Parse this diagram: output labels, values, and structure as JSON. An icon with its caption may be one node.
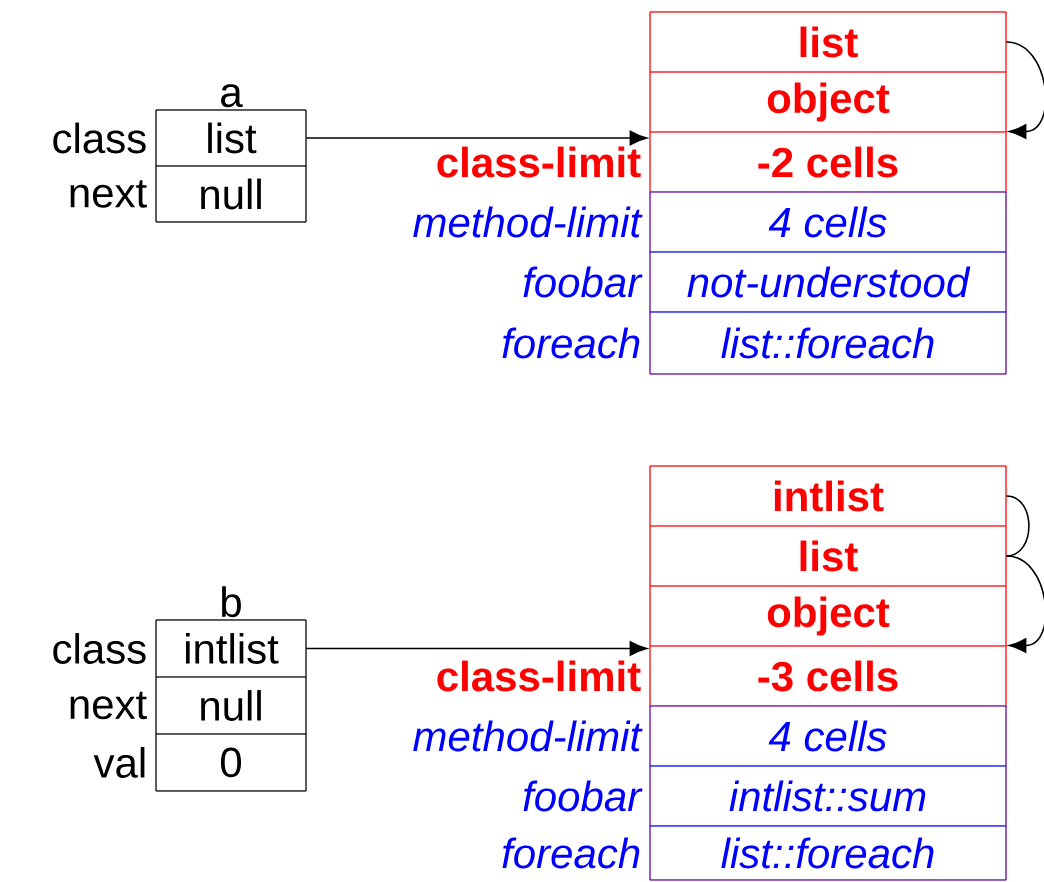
{
  "diagram": {
    "nodes": [
      {
        "text": [],
        "shape": "box",
        "beside": [
          "a"
        ]
      },
      {
        "text": [
          "list"
        ],
        "in": 0,
        "beside": [
          "class"
        ]
      },
      {
        "text": [
          "null"
        ],
        "in": 0,
        "beside": [
          "next"
        ]
      },
      {
        "text": [],
        "shape": "box"
      },
      {
        "text": [
          "list"
        ],
        "in": 3
      },
      {
        "text": [
          "object"
        ],
        "in": 3
      },
      {
        "text": [
          "-2 cells"
        ],
        "in": 3,
        "beside": [
          "class-limit"
        ]
      },
      {
        "text": [
          "4 cells"
        ],
        "in": 3,
        "beside": [
          "method-limit"
        ]
      },
      {
        "text": [
          "not-understood"
        ],
        "in": 3,
        "beside": [
          "foobar"
        ]
      },
      {
        "text": [
          "list::foreach"
        ],
        "in": 3,
        "beside": [
          "foreach"
        ]
      },
      {
        "text": [],
        "shape": "box",
        "beside": [
          "b"
        ]
      },
      {
        "text": [
          "intlist"
        ],
        "in": 10,
        "beside": [
          "class"
        ]
      },
      {
        "text": [
          "null"
        ],
        "in": 10,
        "beside": [
          "next"
        ]
      },
      {
        "text": [
          "0"
        ],
        "in": 10,
        "beside": [
          "val"
        ]
      },
      {
        "text": [],
        "shape": "box"
      },
      {
        "text": [
          "intlist"
        ],
        "in": 14
      },
      {
        "text": [
          "list"
        ],
        "in": 14
      },
      {
        "text": [
          "object"
        ],
        "in": 14
      },
      {
        "text": [
          "-3 cells"
        ],
        "in": 14,
        "beside": [
          "class-limit"
        ]
      },
      {
        "text": [
          "4 cells"
        ],
        "in": 14,
        "beside": [
          "method-limit"
        ]
      },
      {
        "text": [
          "intlist::sum"
        ],
        "in": 14,
        "beside": [
          "foobar"
        ]
      },
      {
        "text": [
          "list::foreach"
        ],
        "in": 14,
        "beside": [
          "foreach"
        ]
      }
    ],
    "edges": [
      {
        "from": 1,
        "to": 6,
        "arrow": "to"
      },
      {
        "from": 4,
        "to": 6,
        "arrow": "to"
      },
      {
        "from": 11,
        "to": 18,
        "arrow": "to"
      },
      {
        "from": 15,
        "to": 16,
        "arrow": "none"
      },
      {
        "from": 16,
        "to": 18,
        "arrow": "to"
      }
    ]
  }
}
